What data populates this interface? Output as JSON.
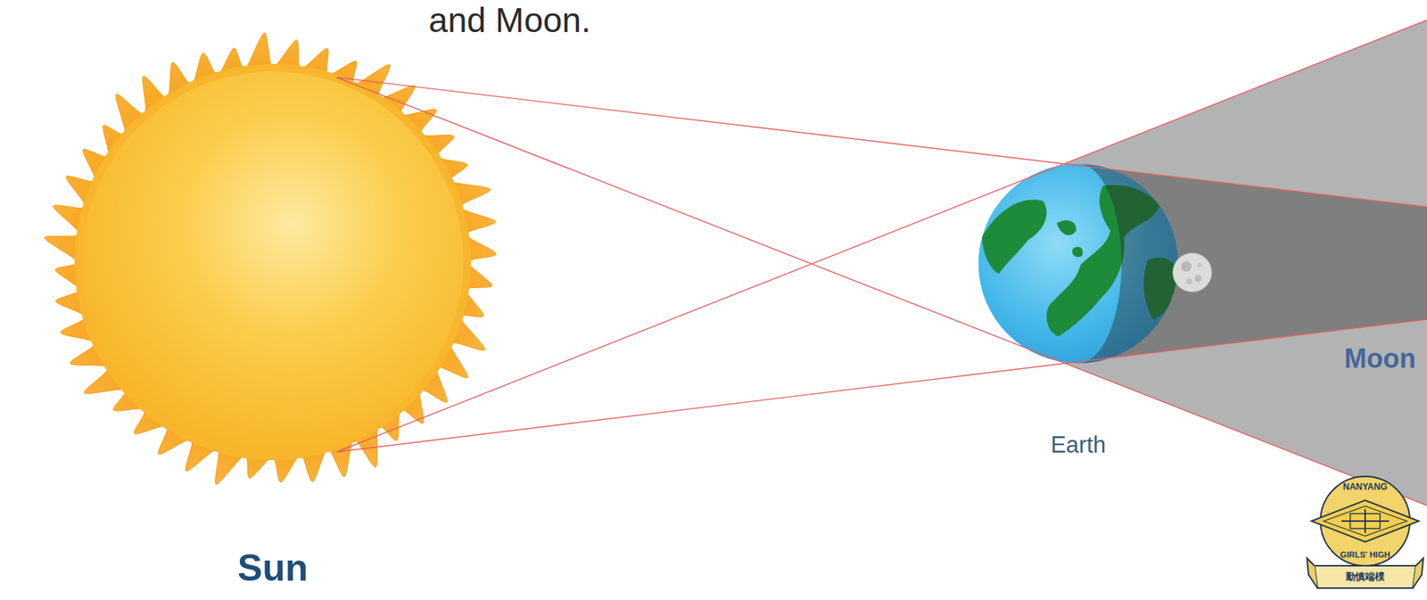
{
  "diagram": {
    "title": "and Moon.",
    "labels": [
      "Sun",
      "Earth",
      "Moon",
      "NANYANG",
      "GIRLS' HIGH",
      "勤慎端樸"
    ]
  }
}
